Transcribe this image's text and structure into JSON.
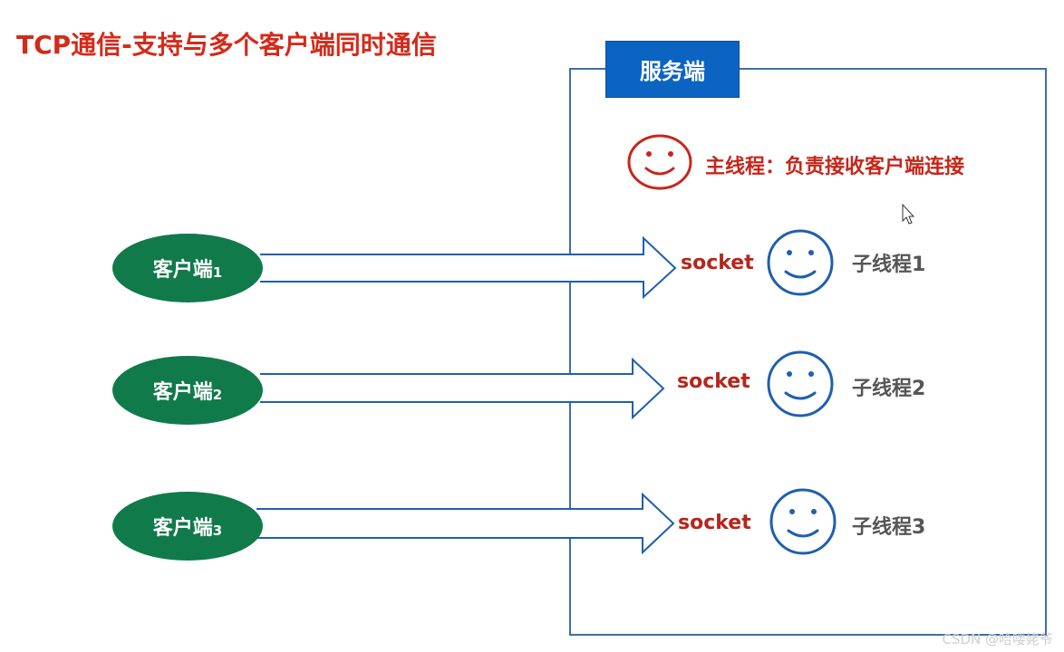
{
  "title": "TCP通信-支持与多个客户端同时通信",
  "server": {
    "label": "服务端",
    "main_thread_label": "主线程：负责接收客户端连接"
  },
  "clients": [
    {
      "name": "客户端",
      "index": "1"
    },
    {
      "name": "客户端",
      "index": "2"
    },
    {
      "name": "客户端",
      "index": "3"
    }
  ],
  "connections": [
    {
      "socket": "socket",
      "thread": "子线程1"
    },
    {
      "socket": "socket",
      "thread": "子线程2"
    },
    {
      "socket": "socket",
      "thread": "子线程3"
    }
  ],
  "colors": {
    "title": "#d42a1a",
    "server_border": "#3a6fae",
    "server_label_bg": "#0b63c2",
    "client_fill": "#107a4a",
    "main_face": "#c7261a",
    "sub_face": "#1f5fae",
    "arrow_stroke": "#1f5fae",
    "socket_text": "#b5261c"
  },
  "watermark": "CSDN @哈喽姥爷"
}
